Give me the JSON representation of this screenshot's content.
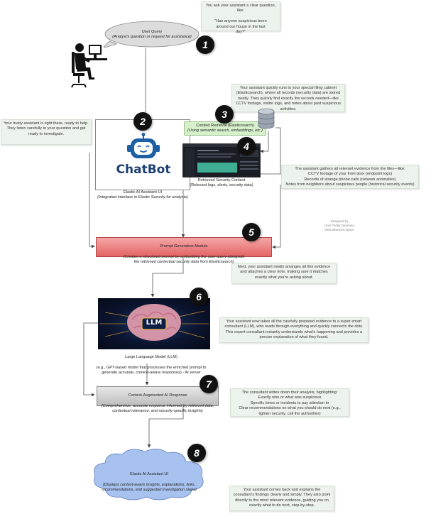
{
  "notes": {
    "n1": "You ask your assistant a clear question, like:\n\n\"Has anyone suspicious been\naround our house in the last\nday?\"",
    "n2": "Your trusty assistant is right there, ready to help.\nThey listen carefully to your question and get\nready to investigate.",
    "n3": "Your assistant quickly runs to your special filing cabinet\n(Elasticsearch), where all records (security data) are stored\nneatly. They quickly find exactly the records needed—like\nCCTV footage, visitor logs, and notes about past suspicious\nactivities.",
    "n4": "The assistant gathers all relevant evidence from the files—like:\nCCTV footage of your front door (endpoint logs)\nRecords of strange phone calls (network anomalies)\nNotes from neighbors about suspicious people (historical security events)",
    "n5": "Next, your assistant neatly arranges all this evidence\nand attaches a clear note, making sure it matches\nexactly what you're asking about.",
    "n6": "Your assistant now takes all the carefully prepared evidence to a super-smart\nconsultant (LLM), who reads through everything and quickly connects the dots.\nThis expert consultant instantly understands what's happening and provides a\nprecise explanation of what they found.",
    "n7": "The consultant writes down their analysis, highlighting:\nExactly who or what was suspicious\nSpecific times or incidents to pay attention to\nClear recommendations on what you should do next (e.g.,\ntighten security, call the authorities)",
    "n8": "Your assistant comes back and explains the\nconsultant's findings clearly and simply. They also point\ndirectly to the most relevant evidence, guiding you on\nexactly what to do next, step-by-step."
  },
  "steps": {
    "s1": {
      "number": "1",
      "title": "User Query",
      "subtitle": "(Analyst's question or request for assistance)"
    },
    "s2": {
      "number": "2",
      "logo_text": "ChatBot",
      "title": "Elastic AI Assistant UI",
      "subtitle": "(Integrated interface in Elastic Security for analysts)"
    },
    "s3": {
      "number": "3",
      "title": "Context Retrieval (Elasticsearch)",
      "subtitle": "(Using semantic search, embeddings, etc.)"
    },
    "s4": {
      "number": "4",
      "title": "Retrieved Security Context",
      "subtitle": "(Relevant logs, alerts, security data)"
    },
    "s5": {
      "number": "5",
      "title": "Prompt Generation Module",
      "subtitle": "(Creates a structured prompt by embedding the user query alongside\nthe retrieved contextual security data from Elasticsearch)"
    },
    "s6": {
      "number": "6",
      "logo_text": "LLM",
      "title": "Large Language Model (LLM)",
      "subtitle": "(e.g., GPT-based model that processes the enriched prompt to\ngenerate accurate, context-aware responses) - AI server"
    },
    "s7": {
      "number": "7",
      "title": "Context-Augmented AI Response",
      "subtitle": "(Comprehensive, accurate response informed by retrieved data,\ncontextual relevance, and security-specific insights)"
    },
    "s8": {
      "number": "8",
      "title": "Elastic AI Assistant UI",
      "subtitle": "(Displays context-aware insights, explanations, links,\nrecommendations, and suggested investigation steps)"
    }
  },
  "credit": "Designed by\nHooi Teddy Deannea\nwww.deannea.space",
  "colors": {
    "accent_red": "#e86a6a",
    "cloud_blue": "#a8c2f0",
    "note_bg": "#ecf2ec",
    "context_green": "#d7f0cc"
  }
}
